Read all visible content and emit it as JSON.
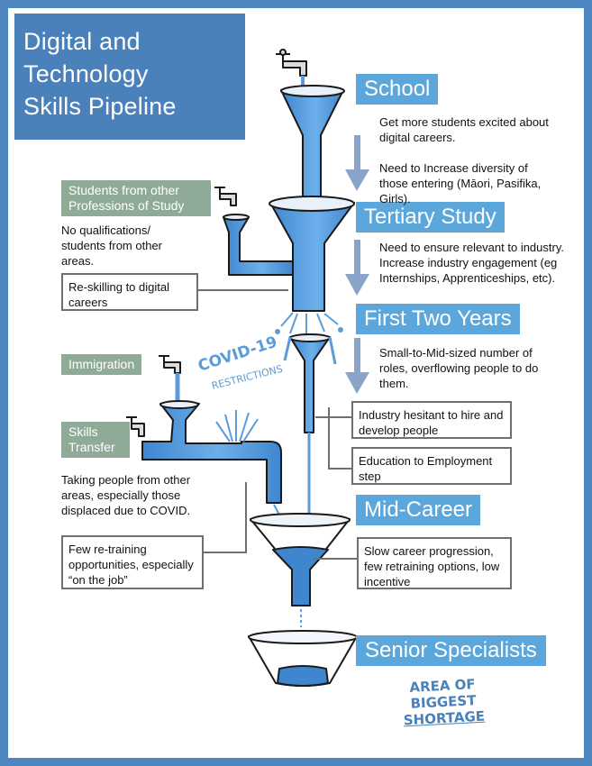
{
  "title": [
    "Digital and",
    "Technology",
    "Skills Pipeline"
  ],
  "stages": {
    "school": "School",
    "tertiary": "Tertiary Study",
    "first_two": "First Two Years",
    "mid_career": "Mid-Career",
    "senior": "Senior Specialists"
  },
  "sources": {
    "other_professions": "Students from other Professions of Study",
    "immigration": "Immigration",
    "skills_transfer_l1": "Skills",
    "skills_transfer_l2": "Transfer"
  },
  "notes": {
    "school_1": "Get more students excited about digital careers.",
    "school_2": "Need to Increase diversity of those entering (Māori, Pasifika, Girls).",
    "tertiary": "Need to ensure relevant to industry. Increase industry engagement (eg Internships, Apprenticeships, etc).",
    "first_two": "Small-to-Mid-sized number of roles, overflowing people to do them.",
    "other_professions": "No qualifications/ students from other areas.",
    "skills_transfer": "Taking people from other areas, especially those displaced due to COVID."
  },
  "leaks": {
    "reskilling": "Re-skilling to digital careers",
    "hesitant": "Industry hesitant to hire and develop people",
    "education": "Education to Employment step",
    "retraining": "Few re-training opportunities, especially “on the job”",
    "slow": "Slow career progression, few retraining options, low incentive"
  },
  "annotations": {
    "covid_1": "COVID-19",
    "covid_2": "RESTRICTIONS",
    "shortage_1": "AREA OF BIGGEST",
    "shortage_2": "SHORTAGE"
  },
  "colors": {
    "frame": "#4e86bf",
    "stage_header": "#5ba7dc",
    "source_box": "#8fab98",
    "water": "#5b9bd9",
    "arrow": "#8aa4c9"
  }
}
